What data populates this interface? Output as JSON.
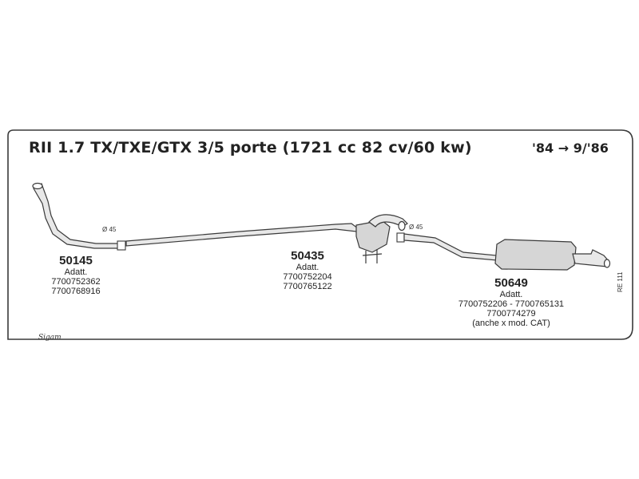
{
  "header": {
    "title": "RII 1.7 TX/TXE/GTX 3/5 porte (1721 cc 82 cv/60 kw)",
    "years": "'84 → 9/'86"
  },
  "parts": [
    {
      "number": "50145",
      "label": "Adatt.",
      "refs": [
        "7700752362",
        "7700768916"
      ]
    },
    {
      "number": "50435",
      "label": "Adatt.",
      "refs": [
        "7700752204",
        "7700765122"
      ]
    },
    {
      "number": "50649",
      "label": "Adatt.",
      "refs": [
        "7700752206 - 7700765131",
        "7700774279",
        "(anche x mod. CAT)"
      ]
    }
  ],
  "diameter_labels": [
    "Ø 45",
    "Ø 45"
  ],
  "diagram_code": "RE 111",
  "logo_text": "Sigam",
  "colors": {
    "line": "#3a3a3a",
    "pipe_fill": "#e8e8e8",
    "muffler_fill": "#d6d6d6"
  }
}
